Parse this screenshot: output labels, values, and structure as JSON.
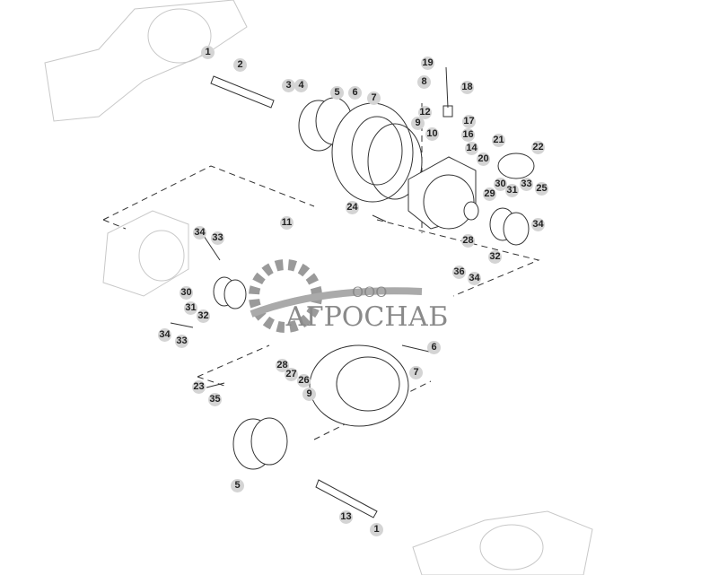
{
  "diagram": {
    "callouts": [
      "1",
      "2",
      "3",
      "4",
      "5",
      "6",
      "7",
      "8",
      "19",
      "18",
      "12",
      "17",
      "16",
      "14",
      "9",
      "10",
      "21",
      "22",
      "20",
      "30",
      "31",
      "33",
      "25",
      "29",
      "24",
      "28",
      "34",
      "32",
      "36",
      "34",
      "11",
      "34",
      "33",
      "30",
      "31",
      "32",
      "34",
      "33",
      "6",
      "28",
      "27",
      "26",
      "7",
      "9",
      "23",
      "35",
      "5",
      "13",
      "1"
    ]
  },
  "watermark": {
    "line1": "ООО",
    "line2": "АГРОСНАБ"
  },
  "colors": {
    "line": "#333333",
    "callout_fill": "#d4d4d4",
    "ghost": "#c8c8c8",
    "watermark": "#8a8a8a"
  }
}
